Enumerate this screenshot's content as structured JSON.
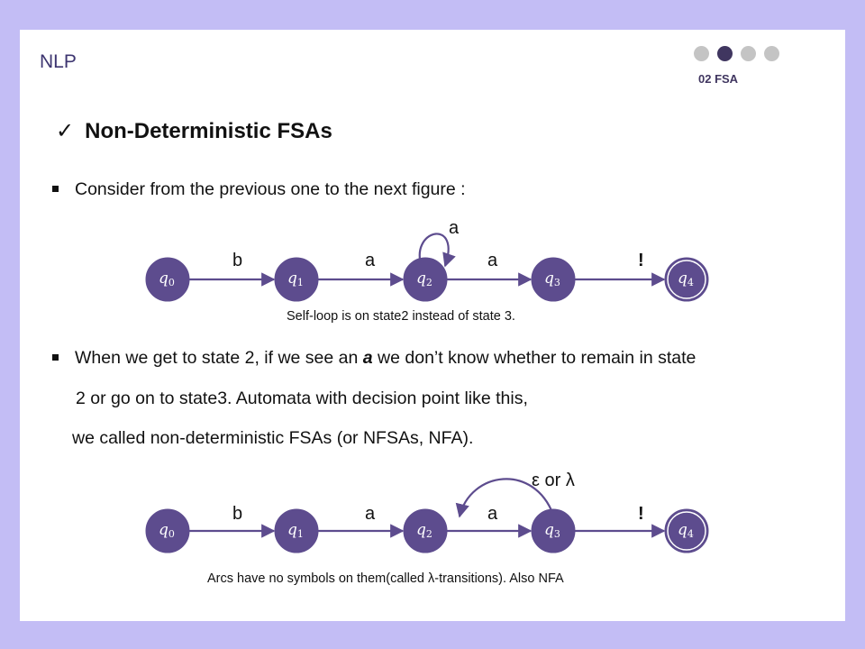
{
  "header": {
    "label": "NLP",
    "section": "02 FSA",
    "dots": [
      false,
      true,
      false,
      false
    ]
  },
  "heading": {
    "check": "✓",
    "text": "Non-Deterministic FSAs"
  },
  "bullet1": {
    "text": "Consider from the previous one to the next figure :"
  },
  "diagram1": {
    "states": [
      {
        "name": "q",
        "sub": "0"
      },
      {
        "name": "q",
        "sub": "1"
      },
      {
        "name": "q",
        "sub": "2"
      },
      {
        "name": "q",
        "sub": "3"
      },
      {
        "name": "q",
        "sub": "4"
      }
    ],
    "arcs": [
      "b",
      "a",
      "a",
      "!"
    ],
    "loop_label": "a",
    "caption": "Self-loop is on state2 instead of state 3."
  },
  "bullet2": {
    "line1": "When we get to state 2, if we see an ",
    "emph": "a",
    "line1_rest": " we don’t know whether to remain in state",
    "line2": "2 or go on to state3. Automata with decision point like this,",
    "line3": "we called non-deterministic FSAs (or NFSAs, NFA)."
  },
  "diagram2": {
    "states": [
      {
        "name": "q",
        "sub": "0"
      },
      {
        "name": "q",
        "sub": "1"
      },
      {
        "name": "q",
        "sub": "2"
      },
      {
        "name": "q",
        "sub": "3"
      },
      {
        "name": "q",
        "sub": "4"
      }
    ],
    "arcs": [
      "b",
      "a",
      "a",
      "!"
    ],
    "back_label": "ε or λ",
    "caption": "Arcs have no symbols on them(called λ-transitions). Also NFA"
  },
  "colors": {
    "state": "#5d4c8e",
    "frame": "#c3bdf5",
    "accent": "#403660"
  }
}
